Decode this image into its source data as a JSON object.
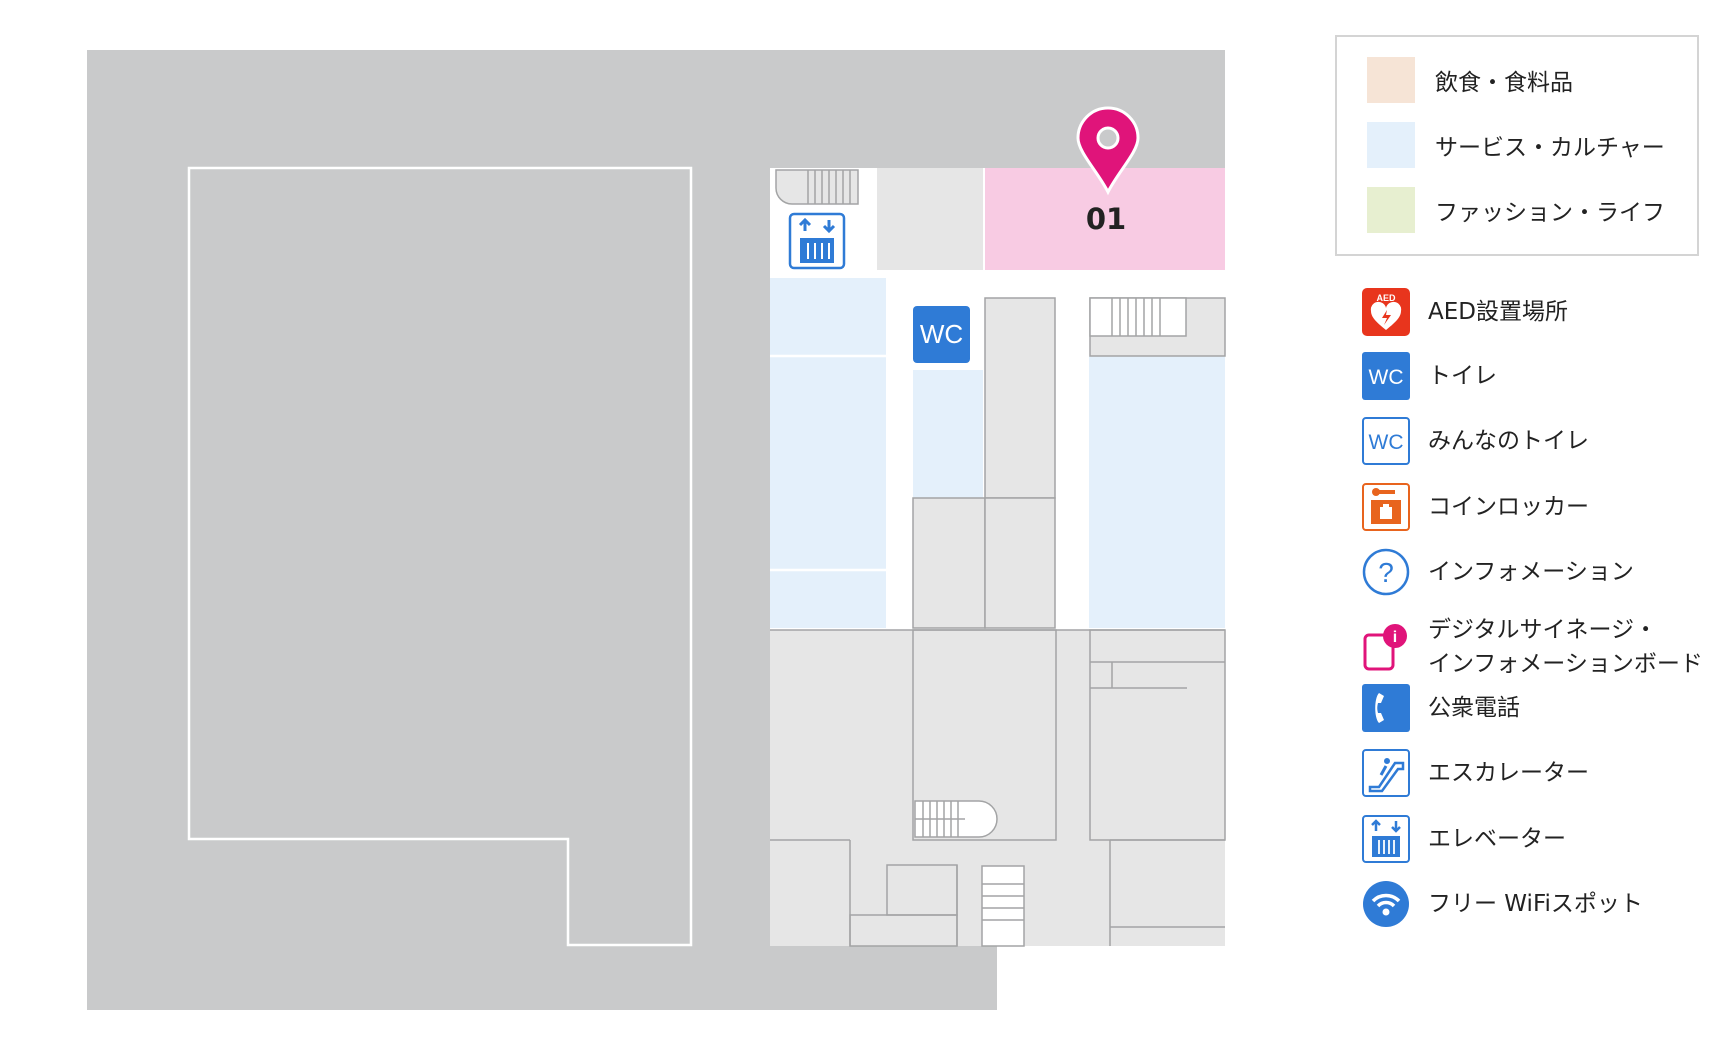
{
  "marker": {
    "label": "01"
  },
  "category_legend": [
    {
      "label": "飲食・食料品",
      "color": "#f6e4d6"
    },
    {
      "label": "サービス・カルチャー",
      "color": "#e4f0fb"
    },
    {
      "label": "ファッション・ライフ",
      "color": "#e7efd0"
    }
  ],
  "icon_legend": [
    {
      "label": "AED設置場所",
      "icon": "aed-icon",
      "color": "#e8351d"
    },
    {
      "label": "トイレ",
      "icon": "restroom-icon",
      "color": "#2f7bd6"
    },
    {
      "label": "みんなのトイレ",
      "icon": "accessible-restroom-icon",
      "color": "#2f7bd6"
    },
    {
      "label": "コインロッカー",
      "icon": "coin-locker-icon",
      "color": "#e8641e"
    },
    {
      "label": "インフォメーション",
      "icon": "information-icon",
      "color": "#2f7bd6"
    },
    {
      "label_line1": "デジタルサイネージ・",
      "label_line2": "インフォメーションボード",
      "icon": "digital-signage-icon",
      "color": "#e0147a"
    },
    {
      "label": "公衆電話",
      "icon": "public-phone-icon",
      "color": "#2f7bd6"
    },
    {
      "label": "エスカレーター",
      "icon": "escalator-icon",
      "color": "#2f7bd6"
    },
    {
      "label": "エレベーター",
      "icon": "elevator-icon",
      "color": "#2f7bd6"
    },
    {
      "label": "フリー WiFiスポット",
      "icon": "wifi-icon",
      "color": "#2f7bd6"
    }
  ],
  "map_icons": {
    "restroom_text": "WC",
    "aed_text": "AED",
    "info_glyph": "?",
    "signage_glyph": "i"
  },
  "colors": {
    "outer_block": "#c9cacb",
    "store_gray": "#e6e6e6",
    "corridor": "#ffffff",
    "highlight_store": "#f8cbe3",
    "marker": "#e0147a",
    "accent_blue": "#2f7bd6",
    "wall_line": "#a3a4a5"
  }
}
